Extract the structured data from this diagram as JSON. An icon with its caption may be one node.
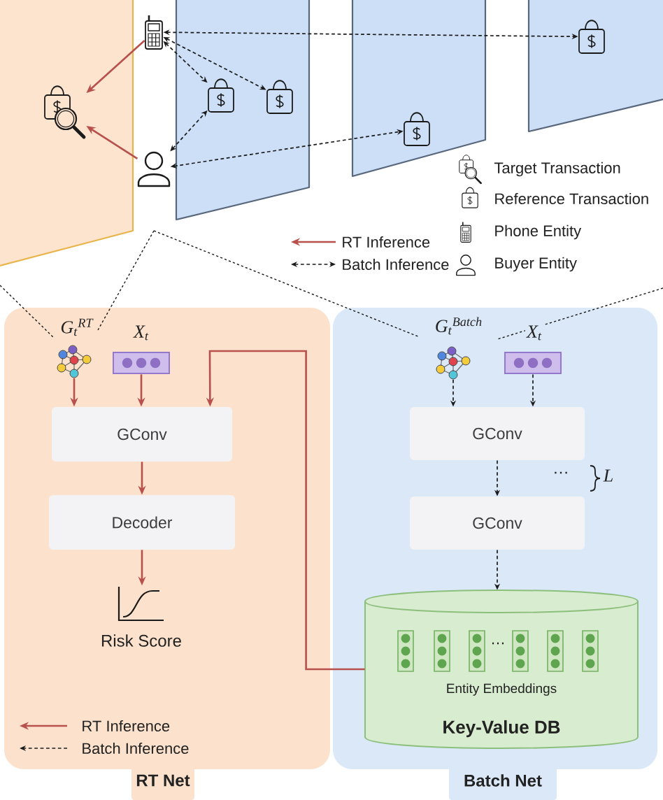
{
  "diagram": {
    "nodes": [
      {
        "text": [],
        "shape": "box"
      },
      {
        "text": [],
        "shape": "picture",
        "in": 0
      },
      {
        "text": [],
        "shape": "picture"
      },
      {
        "text": [],
        "shape": "picture"
      },
      {
        "text": [],
        "shape": "box"
      },
      {
        "text": [],
        "shape": "picture",
        "in": 4
      },
      {
        "text": [],
        "shape": "picture",
        "in": 4
      },
      {
        "text": [],
        "shape": "box"
      },
      {
        "text": [],
        "shape": "picture",
        "in": 7
      },
      {
        "text": [],
        "shape": "box"
      },
      {
        "text": [],
        "shape": "picture",
        "in": 9
      },
      {
        "text": [
          "RT Net"
        ]
      },
      {
        "text": [
          "G$_{t}$$^{RT}$"
        ],
        "in": 11
      },
      {
        "text": [
          "X$_{t}$"
        ],
        "in": 11
      },
      {
        "text": [
          "GConv"
        ],
        "in": 11
      },
      {
        "text": [
          "Decoder"
        ],
        "in": 11
      },
      {
        "text": [
          "Risk Score"
        ],
        "in": 11
      },
      {
        "text": [
          "Batch Net"
        ]
      },
      {
        "text": [
          "G$_{t}$$^{Batch}$"
        ],
        "in": 17
      },
      {
        "text": [
          "X$_{t}$"
        ],
        "in": 17
      },
      {
        "text": [
          "GConv"
        ],
        "in": 17
      },
      {
        "text": [
          "GConv"
        ],
        "in": 17
      },
      {
        "text": [
          "Entity Embeddings",
          "Key-Value DB"
        ],
        "in": 17
      }
    ],
    "edges": [
      {
        "from": 2,
        "to": 1,
        "arrow": "to",
        "color": "#b8504c"
      },
      {
        "from": 3,
        "to": 1,
        "arrow": "to",
        "color": "#b8504c"
      },
      {
        "from": 2,
        "to": 5,
        "arrow": "both",
        "style": "dashed"
      },
      {
        "from": 2,
        "to": 6,
        "arrow": "both",
        "style": "dashed"
      },
      {
        "from": 2,
        "to": 10,
        "arrow": "both",
        "style": "dashed"
      },
      {
        "from": 3,
        "to": 5,
        "arrow": "both",
        "style": "dashed"
      },
      {
        "from": 3,
        "to": 8,
        "arrow": "both",
        "style": "dashed"
      },
      {
        "from": 12,
        "to": 14,
        "arrow": "to",
        "color": "#b8504c"
      },
      {
        "from": 13,
        "to": 14,
        "arrow": "to",
        "color": "#b8504c"
      },
      {
        "from": 22,
        "to": 14,
        "arrow": "to",
        "color": "#b8504c"
      },
      {
        "from": 14,
        "to": 15,
        "arrow": "to",
        "color": "#b8504c"
      },
      {
        "from": 15,
        "to": 16,
        "arrow": "to",
        "color": "#b8504c"
      },
      {
        "from": 18,
        "to": 20,
        "arrow": "to",
        "style": "dashed"
      },
      {
        "from": 19,
        "to": 20,
        "arrow": "to",
        "style": "dashed"
      },
      {
        "from": 20,
        "to": 21,
        "arrow": "to",
        "style": "dashed"
      },
      {
        "from": 21,
        "to": 22,
        "arrow": "to",
        "style": "dashed"
      }
    ],
    "labels": [
      "…",
      "L",
      "…"
    ],
    "legend": [
      {
        "text": "Target Transaction"
      },
      {
        "text": "Reference Transaction"
      },
      {
        "text": "Phone Entity"
      },
      {
        "text": "Buyer Entity"
      },
      {
        "text": "RT Inference"
      },
      {
        "text": "Batch Inference"
      },
      {
        "text": "RT Inference"
      },
      {
        "text": "Batch Inference"
      }
    ]
  }
}
